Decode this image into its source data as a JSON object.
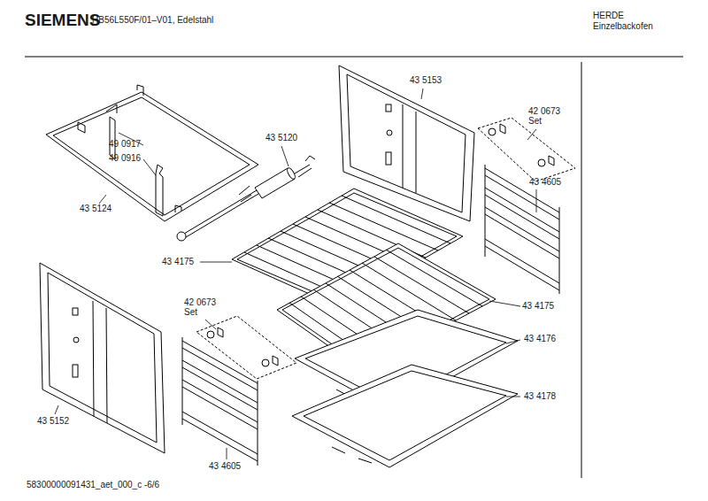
{
  "diagram": {
    "labels": [
      "SIEMENS",
      "HB56L550F/01–V01, Edelstahl",
      "HERDE",
      "Einzelbackofen",
      "43 5153",
      "42 0673",
      "Set",
      "43 5120",
      "49 0917",
      "49 0916",
      "43 5124",
      "43 4605",
      "43 4175",
      "42 0673",
      "Set",
      "43 4175",
      "43 4176",
      "43 5152",
      "43 4178",
      "43 4605",
      "58300000091431_aet_000_c -6/6"
    ]
  }
}
